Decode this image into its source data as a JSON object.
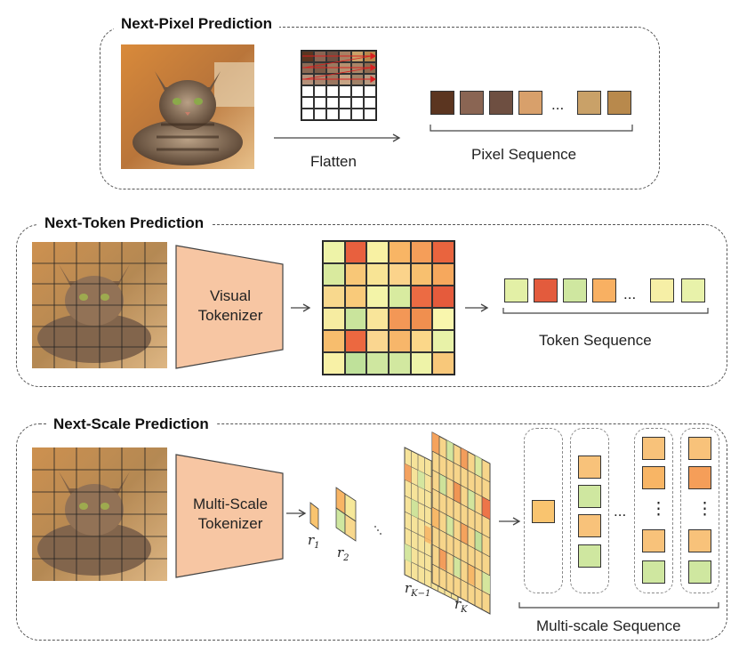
{
  "panels": {
    "pixel": {
      "title": "Next-Pixel Prediction",
      "flatten_label": "Flatten",
      "sequence_label": "Pixel Sequence",
      "ellipsis": "..."
    },
    "token": {
      "title": "Next-Token Prediction",
      "tokenizer_label": "Visual Tokenizer",
      "sequence_label": "Token Sequence",
      "ellipsis": "..."
    },
    "scale": {
      "title": "Next-Scale Prediction",
      "tokenizer_label": "Multi-Scale Tokenizer",
      "sequence_label": "Multi-scale Sequence",
      "ellipsis": "...",
      "r1": "r",
      "r1_sub": "1",
      "r2": "r",
      "r2_sub": "2",
      "rk1": "r",
      "rk1_sub": "K−1",
      "rk": "r",
      "rk_sub": "K",
      "vdots": "⋮"
    }
  },
  "colors": {
    "pixel_seq": [
      "#5b3520",
      "#8a6553",
      "#6e4f41",
      "#d8a06b",
      "#c9a168",
      "#b8894c"
    ],
    "token_seq": [
      "#e3f0a6",
      "#e35b3d",
      "#cfe7a0",
      "#f8b062",
      "#f6efa6",
      "#e8f2aa"
    ],
    "token_grid": [
      [
        "#eef3a8",
        "#e8603e",
        "#f8f1a3",
        "#f8b565",
        "#f59e59",
        "#e9643e"
      ],
      [
        "#d9ea9e",
        "#f8c777",
        "#f8e495",
        "#fbd38b",
        "#f8c06f",
        "#f6a85d"
      ],
      [
        "#f8d88d",
        "#f9ca7a",
        "#f3f4a8",
        "#d8eba0",
        "#ec6b43",
        "#e55b3c"
      ],
      [
        "#f6eca1",
        "#c9e49c",
        "#f9e59a",
        "#f39756",
        "#f08f4f",
        "#f9f6ad"
      ],
      [
        "#f7bd6d",
        "#ec6840",
        "#fad690",
        "#f7b66a",
        "#fbd789",
        "#e8f2a8"
      ],
      [
        "#f8f1a6",
        "#bfe19a",
        "#cfe7a0",
        "#d2e8a0",
        "#eef3a8",
        "#f8c87a"
      ]
    ],
    "accent_orange": "#f7c6a3",
    "arrow_red": "#d92020"
  }
}
